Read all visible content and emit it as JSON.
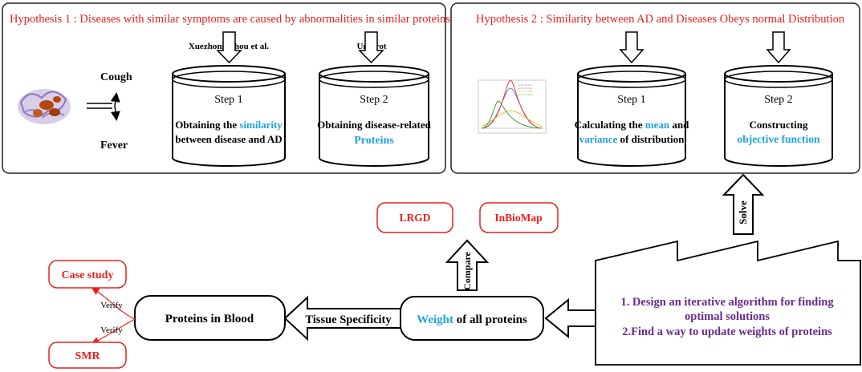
{
  "hypothesis1": {
    "title": "Hypothesis 1 : Diseases with similar symptoms are caused by abnormalities in similar proteins",
    "symptoms": [
      "Cough",
      "Fever"
    ],
    "source1": "Xuezhong Zhou et al.",
    "source2": "Uniprot",
    "step1": {
      "label": "Step 1",
      "line1_pre": "Obtaining the ",
      "line1_hl": "similarity",
      "line2": "between disease and AD"
    },
    "step2": {
      "label": "Step 2",
      "line1": "Obtaining disease-related",
      "line2_hl": "Proteins"
    }
  },
  "hypothesis2": {
    "title": "Hypothesis 2 : Similarity between AD and Diseases Obeys normal Distribution",
    "legend": [
      "μ=0, σ²=0.2",
      "μ=0, σ²=1.0",
      "μ=0, σ²=5.0",
      "μ=-2, σ²=0.5"
    ],
    "step1": {
      "label": "Step 1",
      "line1_pre": "Calculating the ",
      "line1_hl": "mean",
      "line1_post": " and",
      "line2_hl": "variance",
      "line2_post": " of distribution"
    },
    "step2": {
      "label": "Step 2",
      "line1": "Constructing",
      "line2_hl": "objective function"
    }
  },
  "databases": [
    "LRGD",
    "InBioMap"
  ],
  "arrows": {
    "compare": "Compare",
    "solve": "Solve",
    "tissue": "Tissue Specificity",
    "verify1": "Verify",
    "verify2": "Verify"
  },
  "weight_box": {
    "hl": "Weight",
    "rest": " of all proteins"
  },
  "blood_box": "Proteins in Blood",
  "outcomes": [
    "Case study",
    "SMR"
  ],
  "algorithm": {
    "line1": "1. Design an iterative algorithm for finding",
    "line2": "optimal solutions",
    "line3": "2.Find a way to update weights of proteins"
  },
  "colors": {
    "red": "#e8211f",
    "blue": "#1fa3d9",
    "purple": "#6a2a8c"
  }
}
